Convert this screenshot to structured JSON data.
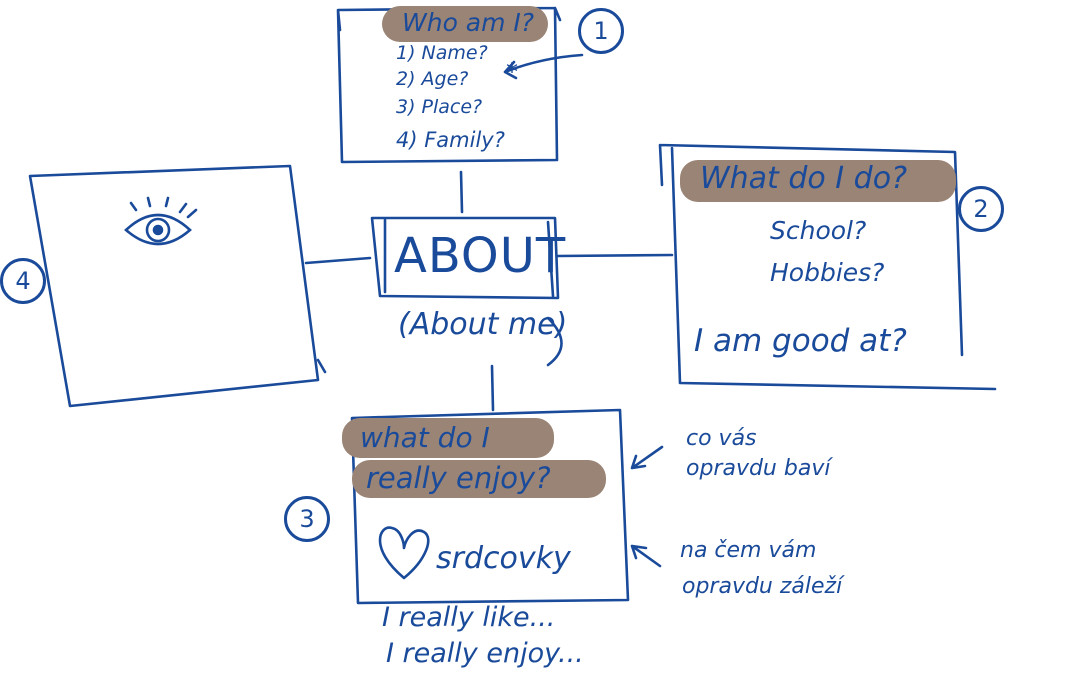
{
  "colors": {
    "ink": "#1a4a9a",
    "highlight": "#9a8476",
    "background": "#ffffff"
  },
  "center": {
    "title": "ABOUT",
    "subtitle": "(About me)"
  },
  "box1": {
    "number": "1",
    "heading": "Who am I?",
    "items": [
      "1) Name?",
      "2) Age?",
      "3) Place?",
      "4) Family?"
    ],
    "mark": "*"
  },
  "box2": {
    "number": "2",
    "heading": "What do I do?",
    "items": [
      "School?",
      "Hobbies?",
      "I am good at?"
    ]
  },
  "box3": {
    "number": "3",
    "heading_line1": "what do I",
    "heading_line2": "really enjoy?",
    "heart_label": "srdcovky",
    "below": [
      "I really like...",
      "I really enjoy..."
    ],
    "note1_line1": "co vás",
    "note1_line2": "opravdu baví",
    "note2_line1": "na čem vám",
    "note2_line2": "opravdu záleží"
  },
  "box4": {
    "number": "4",
    "icon": "eye-icon"
  }
}
